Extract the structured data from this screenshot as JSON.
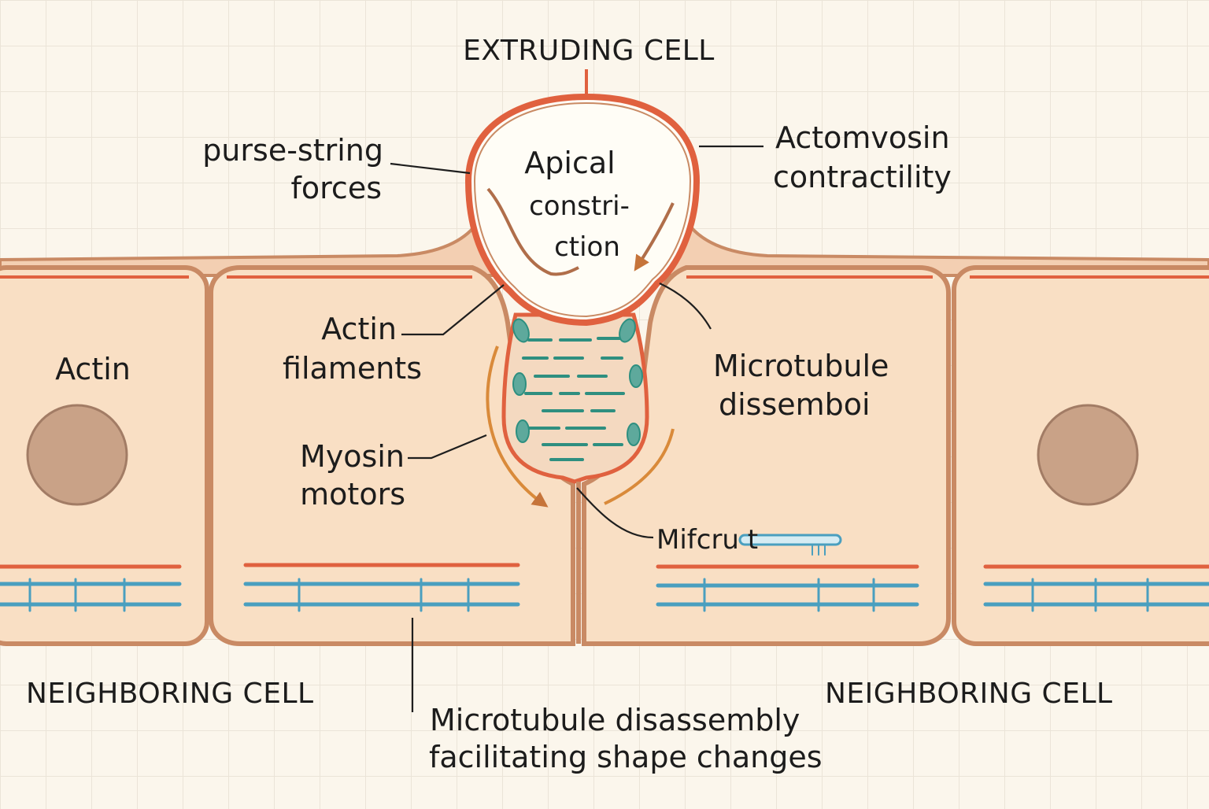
{
  "title": "EXTRUDING CELL",
  "labels": {
    "purse_string_1": "purse-string",
    "purse_string_2": "forces",
    "apical_1": "Apical",
    "apical_2": "constri-",
    "apical_3": "ction",
    "actomyosin_1": "Actomvosin",
    "actomyosin_2": "contractility",
    "actin_left": "Actin",
    "actin_filaments_1": "Actin",
    "actin_filaments_2": "filaments",
    "myosin_1": "Myosin",
    "myosin_2": "motors",
    "microtubule_dis_1": "Microtubule",
    "microtubule_dis_2": "dissemboi",
    "micro_small": "Mifcru t",
    "neighboring_left": "NEIGHBORING CELL",
    "neighboring_right": "NEIGHBORING CELL",
    "caption_1": "Microtubule disassembly",
    "caption_2": "facilitating shape changes"
  },
  "colors": {
    "background": "#fbf6ec",
    "grid": "#ebe4d8",
    "cell_fill": "#f9dfc4",
    "membrane": "#c98a64",
    "actin_red": "#e0613f",
    "microtubule_blue": "#4a9fbf",
    "nucleus": "#c9a287",
    "teal": "#2e8f80",
    "arrow_orange": "#d98a3a"
  }
}
